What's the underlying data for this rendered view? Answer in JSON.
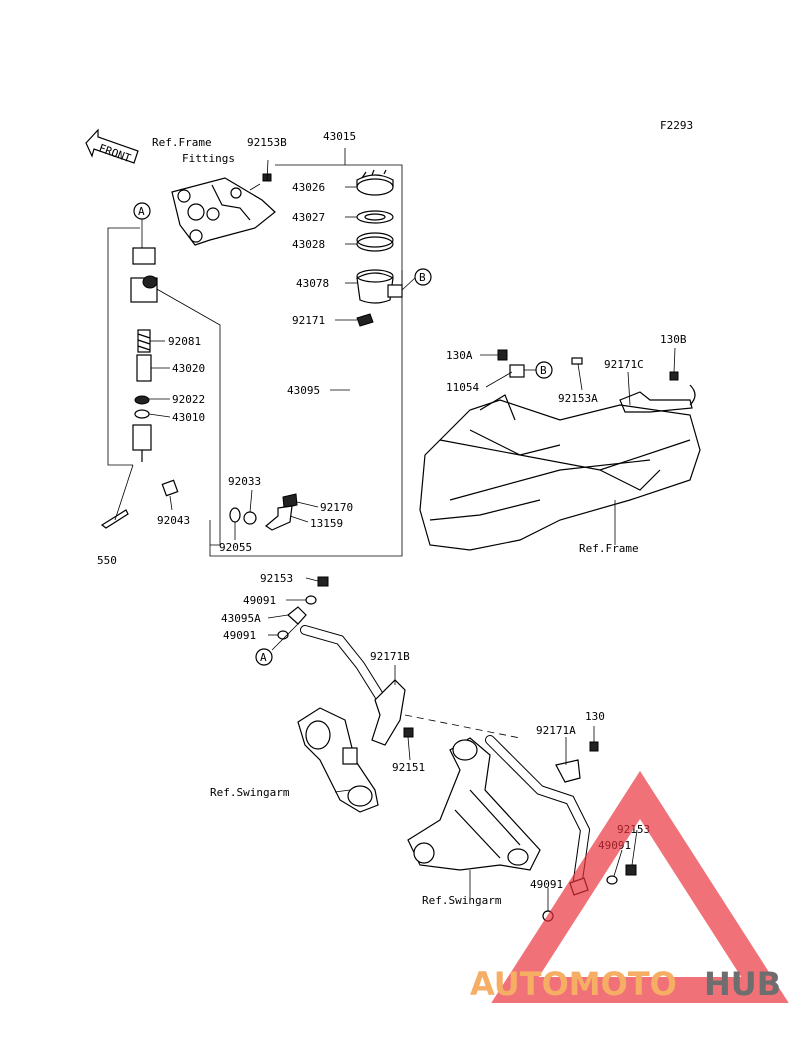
{
  "diagram_code": "F2293",
  "front_label": "FRONT",
  "callouts": {
    "a": "A",
    "b": "B"
  },
  "parts": {
    "ref_frame_fittings_1": "Ref.Frame",
    "ref_frame_fittings_2": "Fittings",
    "p92153B": "92153B",
    "p43015": "43015",
    "p43026": "43026",
    "p43027": "43027",
    "p43028": "43028",
    "p43078": "43078",
    "p92171": "92171",
    "p43095": "43095",
    "p92081": "92081",
    "p43020": "43020",
    "p92022": "92022",
    "p43010": "43010",
    "p92043": "92043",
    "p550": "550",
    "p92033": "92033",
    "p92055": "92055",
    "p92170": "92170",
    "p13159": "13159",
    "p130A": "130A",
    "p11054": "11054",
    "p92153A": "92153A",
    "p92171C": "92171C",
    "p130B": "130B",
    "ref_frame": "Ref.Frame",
    "p92153": "92153",
    "p49091a": "49091",
    "p43095A": "43095A",
    "p49091b": "49091",
    "p92171B": "92171B",
    "p92151": "92151",
    "ref_swingarm_1": "Ref.Swingarm",
    "p92171A": "92171A",
    "p130": "130",
    "p92153b": "92153",
    "p49091c": "49091",
    "p49091d": "49091",
    "ref_swingarm_2": "Ref.Swingarm"
  },
  "watermark": {
    "part1": "AUTOMOTO",
    "part2": "HUB",
    "color1": "#f5a04a",
    "color2": "#555555",
    "triangle_color": "#e8303a"
  }
}
